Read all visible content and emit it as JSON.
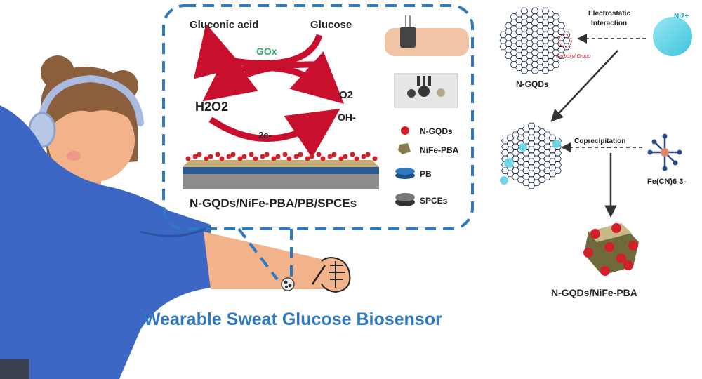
{
  "reaction": {
    "gluconic_acid": "Gluconic acid",
    "glucose": "Glucose",
    "enzyme": "GOx",
    "h2o2": "H2O2",
    "o2": "O2",
    "oh": "OH-",
    "electrons": "2e-"
  },
  "electrode": {
    "label": "N-GQDs/NiFe-PBA/PB/SPCEs"
  },
  "legend": [
    {
      "label": "N-GQDs",
      "icon": "red-sphere-icon"
    },
    {
      "label": "NiFe-PBA",
      "icon": "cube-icon"
    },
    {
      "label": "PB",
      "icon": "blue-disk-icon"
    },
    {
      "label": "SPCEs",
      "icon": "grey-disk-icon"
    }
  ],
  "synthesis": {
    "ngqds": "N-GQDs",
    "carboxyl_group": "Carboxyl Group",
    "electrostatic": "Electrostatic",
    "interaction": "Interaction",
    "ni_ion": "Ni2+",
    "coprecipitation": "Coprecipitation",
    "fecn": "Fe(CN)6 3-",
    "product": "N-GQDs/NiFe-PBA"
  },
  "title": "Wearable Sweat Glucose Biosensor",
  "colors": {
    "accent_blue": "#2f78c2",
    "skin": "#f2b38a",
    "shirt": "#3d67c4",
    "arrow_red": "#c8102e",
    "particle_red": "#d21f2a"
  }
}
